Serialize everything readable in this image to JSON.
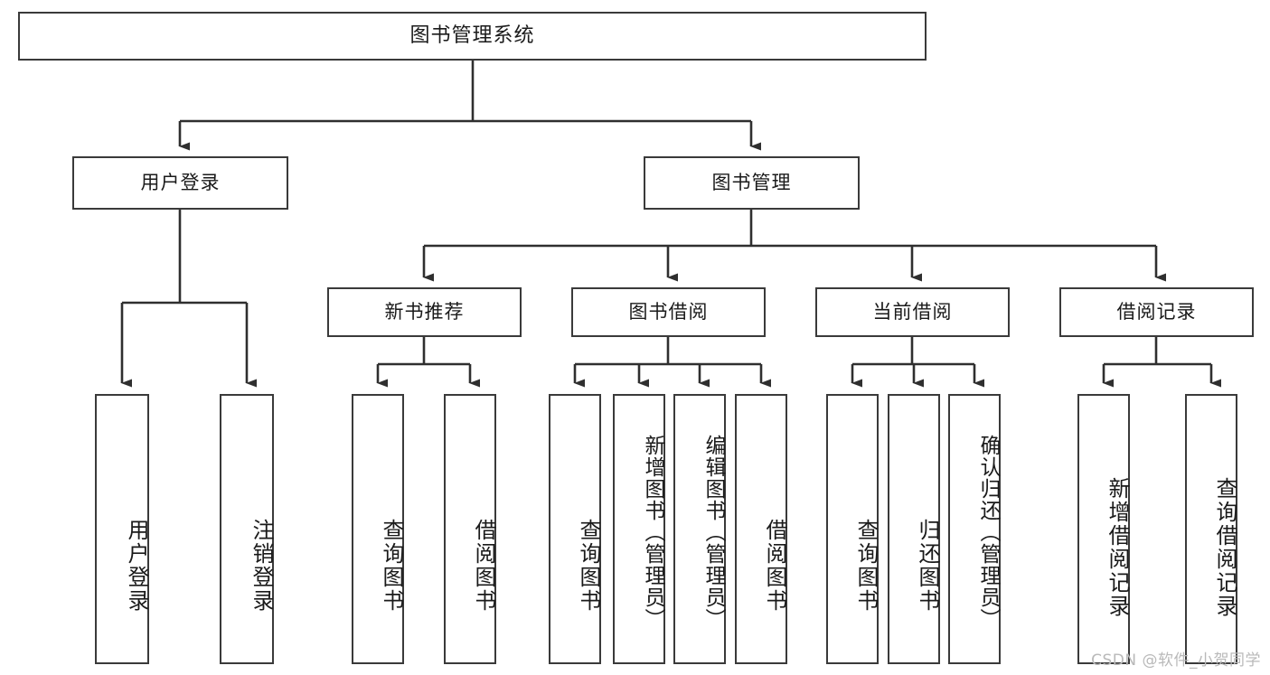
{
  "diagram": {
    "title": "图书管理系统",
    "type": "tree-hierarchy-diagram",
    "colors": {
      "box_border": "#3a3a3a",
      "box_fill": "#ffffff",
      "connector": "#2f2f2f",
      "text": "#1a1a1a",
      "watermark": "#b9b9b9",
      "background": "#ffffff"
    },
    "root": {
      "label": "图书管理系统"
    },
    "level1": [
      {
        "label": "用户登录"
      },
      {
        "label": "图书管理"
      }
    ],
    "level2": [
      {
        "label": "新书推荐"
      },
      {
        "label": "图书借阅"
      },
      {
        "label": "当前借阅"
      },
      {
        "label": "借阅记录"
      }
    ],
    "leaves_user_login": [
      {
        "label": "用户登录"
      },
      {
        "label": "注销登录"
      }
    ],
    "leaves_new_book": [
      {
        "label": "查询图书"
      },
      {
        "label": "借阅图书"
      }
    ],
    "leaves_borrow": [
      {
        "label": "查询图书"
      },
      {
        "label": "新增图书（管理员）"
      },
      {
        "label": "编辑图书（管理员）"
      },
      {
        "label": "借阅图书"
      }
    ],
    "leaves_current": [
      {
        "label": "查询图书"
      },
      {
        "label": "归还图书"
      },
      {
        "label": "确认归还（管理员）"
      }
    ],
    "leaves_records": [
      {
        "label": "新增借阅记录"
      },
      {
        "label": "查询借阅记录"
      }
    ]
  },
  "watermark": {
    "text": "CSDN @软件_小贺同学"
  }
}
